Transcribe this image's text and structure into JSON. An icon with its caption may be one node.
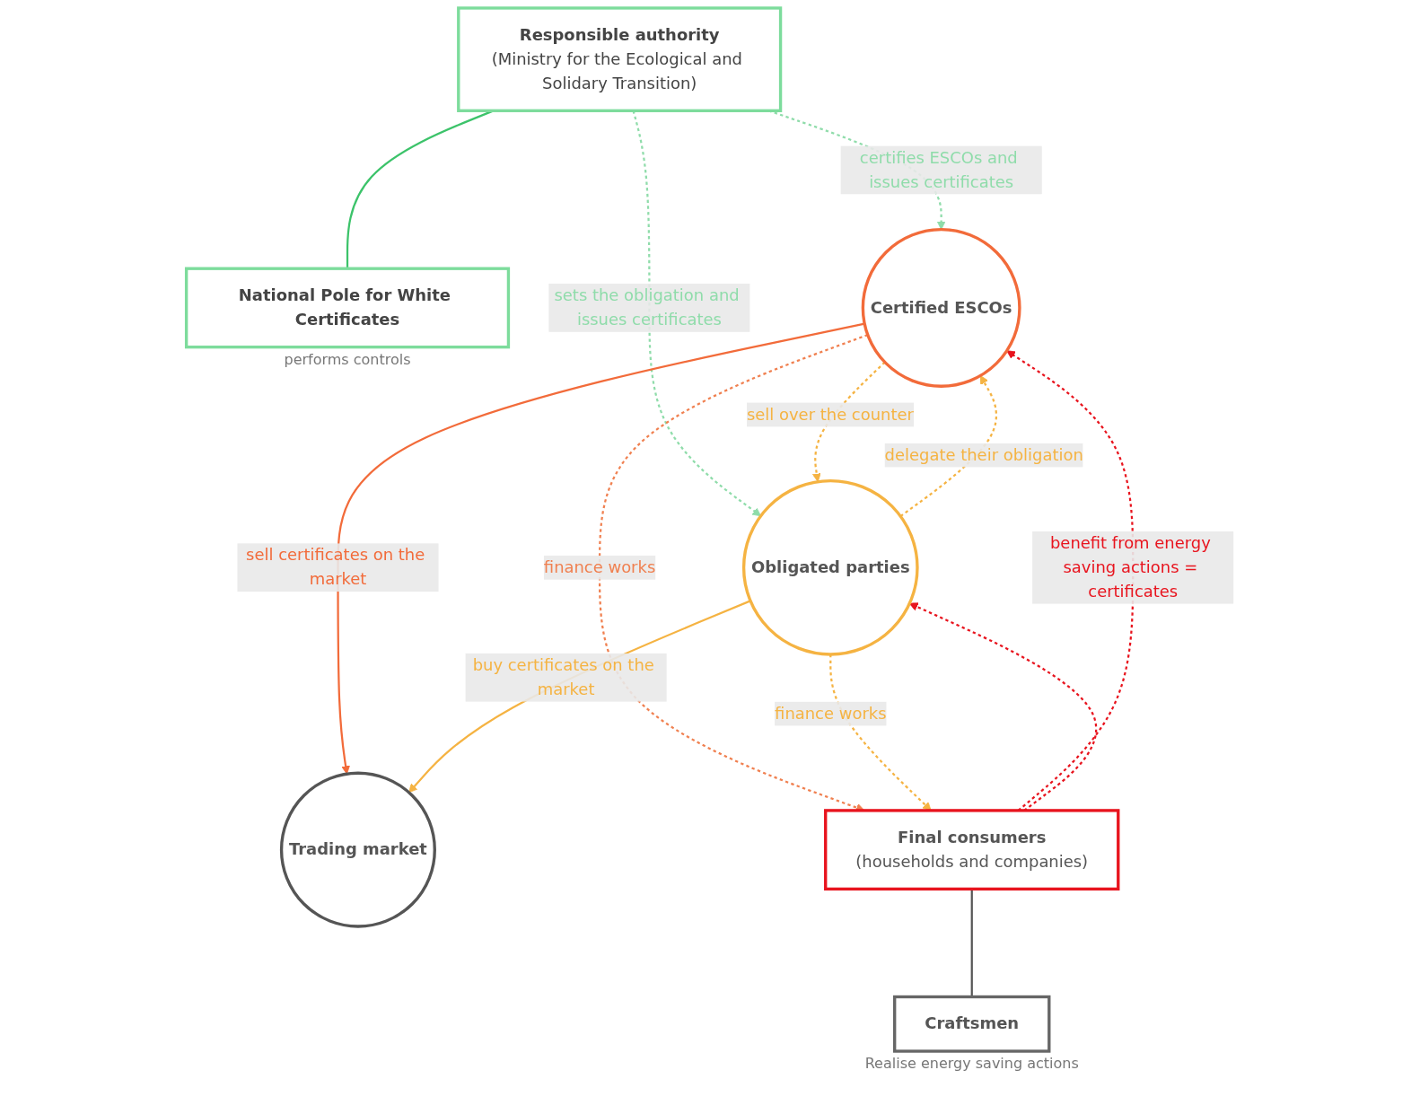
{
  "diagram": {
    "nodes": [
      {
        "text": [
          "Responsible authority",
          "(Ministry for the Ecological and Solidary Transition)"
        ]
      },
      {
        "text": [
          "National Pole for White Certificates"
        ],
        "beside": [
          "performs controls"
        ]
      },
      {
        "text": [
          "Certified ESCOs"
        ]
      },
      {
        "text": [
          "Trading market"
        ]
      },
      {
        "text": [
          "Obligated parties"
        ]
      },
      {
        "text": [
          "Final consumers",
          "(households and companies)"
        ]
      },
      {
        "text": [
          "Craftsmen"
        ],
        "beside": [
          "Realise energy saving actions"
        ]
      }
    ],
    "edges": [
      {
        "from": 0,
        "to": 1,
        "arrow": "none",
        "color": "#3cc36a"
      },
      {
        "from": 0,
        "to": 2,
        "arrow": "to",
        "label": "certifies ESCOs and issues certificates",
        "style": "dashed",
        "color": "#8fdcaa"
      },
      {
        "from": 0,
        "to": 4,
        "arrow": "to",
        "label": "sets the obligation and issues certificates",
        "style": "dashed",
        "color": "#8fdcaa"
      },
      {
        "from": 2,
        "to": 4,
        "arrow": "to",
        "label": "sell over the counter",
        "style": "dashed",
        "color": "#f5b342"
      },
      {
        "from": 2,
        "to": 3,
        "arrow": "to",
        "label": "sell certificates on the market",
        "color": "#f26b3a"
      },
      {
        "from": 4,
        "to": 3,
        "arrow": "to",
        "label": "buy certificates on the market",
        "color": "#f5b342"
      },
      {
        "from": 4,
        "to": 2,
        "arrow": "to",
        "label": "delegate their obligation",
        "style": "dashed",
        "color": "#f5b342"
      },
      {
        "from": 5,
        "to": 2,
        "arrow": "to",
        "label": "benefit from energy saving actions = certificates",
        "style": "dashed",
        "color": "#e8141e"
      },
      {
        "from": 5,
        "to": 4,
        "arrow": "to",
        "style": "dashed",
        "color": "#e8141e"
      },
      {
        "from": 2,
        "to": 5,
        "arrow": "to",
        "label": "finance works",
        "style": "dashed",
        "color": "#f08050"
      },
      {
        "from": 4,
        "to": 5,
        "arrow": "to",
        "label": "finance works",
        "style": "dashed",
        "color": "#f5b342"
      },
      {
        "from": 5,
        "to": 6,
        "arrow": "none",
        "color": "#555555"
      }
    ]
  }
}
